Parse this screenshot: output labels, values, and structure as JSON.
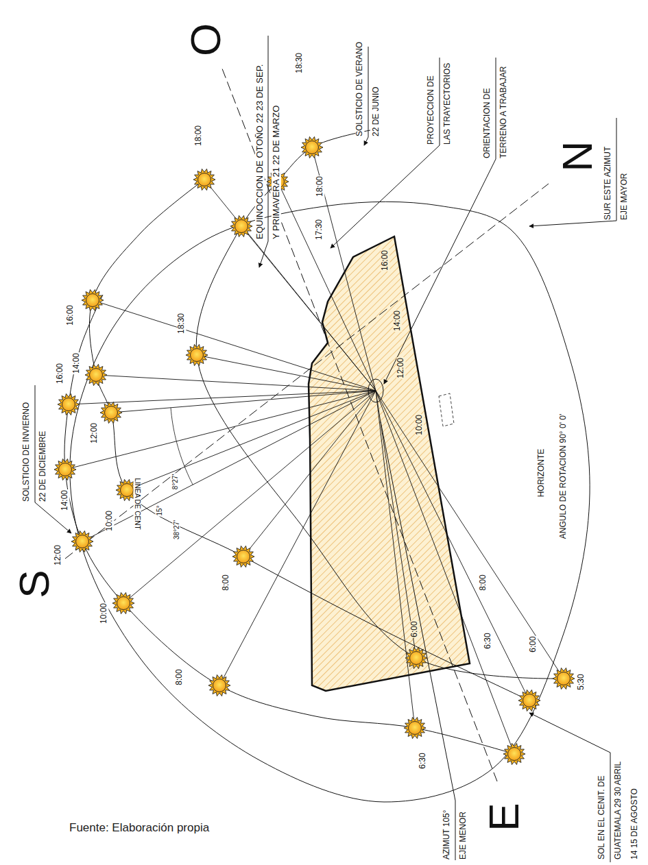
{
  "diagram": {
    "caption": "Fuente: Elaboración propia",
    "labels": [
      "EQUINOCCION DE OTOÑO 22 23 DE SEP.",
      "Y PRIMAVERA 21 22 DE MARZO",
      "SOLSTICIO DE VERANO",
      "22 DE JUNIO",
      "PROYECCION DE",
      "LAS TRAYECTORIOS",
      "ORIENTACION DE",
      "TERRENO A TRABAJAR",
      "SUR ESTE AZIMUT",
      "EJE MAYOR",
      "SOLSTICIO DE INVIERNO",
      "22 DE DICIEMBRE",
      "HORIZONTE",
      "ANGULO DE ROTACION 90° 0' 0'",
      "LINEA DE CENT",
      "8°27'",
      "15°",
      "38°27'",
      "AZIMUT 105°",
      "EJE MENOR",
      "SOL EN EL CENIT. DE",
      "GUATEMALA 29 30 ABRIL",
      "14 15 DE AGOSTO",
      "O",
      "N",
      "S",
      "E",
      "18:00",
      "18:30",
      "18:00",
      "17:30",
      "16:00",
      "16:00",
      "14:00",
      "12:00",
      "14:00",
      "10:00",
      "12:00",
      "18:30",
      "10:00",
      "8:00",
      "8:00",
      "6:30",
      "5:30",
      "6:00",
      "6:30",
      "8:00",
      "10:00",
      "12:00",
      "14:00",
      "16:00",
      "6:00"
    ]
  }
}
